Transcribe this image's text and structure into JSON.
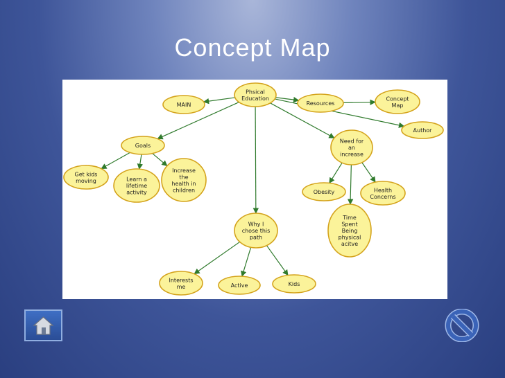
{
  "title": "Concept Map",
  "colors": {
    "node_fill": "#fbf39a",
    "node_stroke": "#d4a31c",
    "edge": "#2f7a2c",
    "home_button": "#3f6fc4",
    "no_icon": "#3a63b8"
  },
  "icons": {
    "home": "home-icon",
    "no": "no-symbol-icon"
  },
  "nodes": [
    {
      "id": "pe",
      "lines": [
        "Phsical",
        "Education"
      ]
    },
    {
      "id": "main",
      "lines": [
        "MAIN"
      ]
    },
    {
      "id": "resources",
      "lines": [
        "Resources"
      ]
    },
    {
      "id": "cmap",
      "lines": [
        "Concept",
        "Map"
      ]
    },
    {
      "id": "author",
      "lines": [
        "Author"
      ]
    },
    {
      "id": "goals",
      "lines": [
        "Goals"
      ]
    },
    {
      "id": "need",
      "lines": [
        "Need for",
        "an",
        "increase"
      ]
    },
    {
      "id": "getkids",
      "lines": [
        "Get kids",
        "moving"
      ]
    },
    {
      "id": "learn",
      "lines": [
        "Learn a",
        "lifetime",
        "activity"
      ]
    },
    {
      "id": "increase",
      "lines": [
        "Increase",
        "the",
        "health in",
        "children"
      ]
    },
    {
      "id": "obesity",
      "lines": [
        "Obesity"
      ]
    },
    {
      "id": "health",
      "lines": [
        "Health",
        "Concerns"
      ]
    },
    {
      "id": "time",
      "lines": [
        "Time",
        "Spent",
        "Being",
        "physical",
        "acitve"
      ]
    },
    {
      "id": "why",
      "lines": [
        "Why I",
        "chose this",
        "path"
      ]
    },
    {
      "id": "interests",
      "lines": [
        "Interests",
        "me"
      ]
    },
    {
      "id": "active",
      "lines": [
        "Active"
      ]
    },
    {
      "id": "kids",
      "lines": [
        "Kids"
      ]
    }
  ],
  "edges": [
    [
      "pe",
      "main"
    ],
    [
      "pe",
      "resources"
    ],
    [
      "resources",
      "cmap"
    ],
    [
      "pe",
      "author"
    ],
    [
      "pe",
      "goals"
    ],
    [
      "pe",
      "need"
    ],
    [
      "pe",
      "why"
    ],
    [
      "goals",
      "getkids"
    ],
    [
      "goals",
      "learn"
    ],
    [
      "goals",
      "increase"
    ],
    [
      "need",
      "obesity"
    ],
    [
      "need",
      "health"
    ],
    [
      "need",
      "time"
    ],
    [
      "why",
      "interests"
    ],
    [
      "why",
      "active"
    ],
    [
      "why",
      "kids"
    ]
  ]
}
